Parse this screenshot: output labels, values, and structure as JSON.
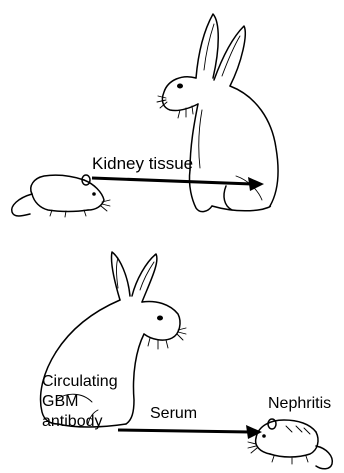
{
  "labels": {
    "kidney_tissue": "Kidney tissue",
    "serum": "Serum",
    "nephritis": "Nephritis",
    "circulating_line1": "Circulating",
    "circulating_line2": "GBM",
    "circulating_line3": "antibody"
  },
  "icons": {
    "top_left": "rat-icon",
    "top_right": "rabbit-icon",
    "bottom_left": "rabbit-icon",
    "bottom_right": "rat-icon"
  },
  "colors": {
    "ink": "#000000",
    "background": "#ffffff"
  }
}
